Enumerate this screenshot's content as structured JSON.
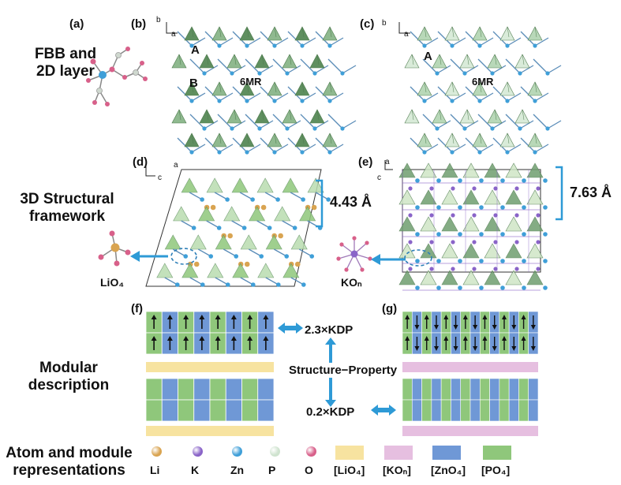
{
  "row_labels": {
    "fbb_line1": "FBB and",
    "fbb_line2": "2D layer",
    "framework_line1": "3D Structural",
    "framework_line2": "framework",
    "modular_line1": "Modular",
    "modular_line2": "description",
    "atom_line1": "Atom and module",
    "atom_line2": "representations"
  },
  "panels": {
    "a": "(a)",
    "b": "(b)",
    "c": "(c)",
    "d": "(d)",
    "e": "(e)",
    "f": "(f)",
    "g": "(g)"
  },
  "structure_labels": {
    "b_A": "A",
    "b_B": "B",
    "b_6mr": "6MR",
    "c_A": "A",
    "c_6mr": "6MR",
    "axis_b": "b",
    "axis_a": "a",
    "axis_c": "c"
  },
  "measurements": {
    "d_spacing": "4.43 Å",
    "e_spacing": "7.63 Å"
  },
  "polyhedra": {
    "d_label": "LiO₄",
    "e_label": "KOₙ"
  },
  "modular": {
    "f_kdp": "2.3×KDP",
    "g_kdp": "0.2×KDP",
    "structure_property": "Structure−Property"
  },
  "legend": [
    {
      "label": "Li",
      "color": "#d9a451"
    },
    {
      "label": "K",
      "color": "#8a64c8"
    },
    {
      "label": "Zn",
      "color": "#3f9fd8"
    },
    {
      "label": "P",
      "color": "#cfe3cf"
    },
    {
      "label": "O",
      "color": "#d8608a"
    },
    {
      "label": "[LiO₄]",
      "color": "#f7e3a0"
    },
    {
      "label": "[KOₙ]",
      "color": "#e6bfe0"
    },
    {
      "label": "[ZnO₄]",
      "color": "#6f98d6"
    },
    {
      "label": "[PO₄]",
      "color": "#8fc77b"
    }
  ],
  "colors": {
    "accent_blue": "#2e9ad6",
    "zn_module": "#6f98d6",
    "po4_module": "#8fc77b",
    "lio4_module": "#f7e3a0",
    "ko_module": "#e6bfe0",
    "tetra_green": "#6f9e6f"
  }
}
